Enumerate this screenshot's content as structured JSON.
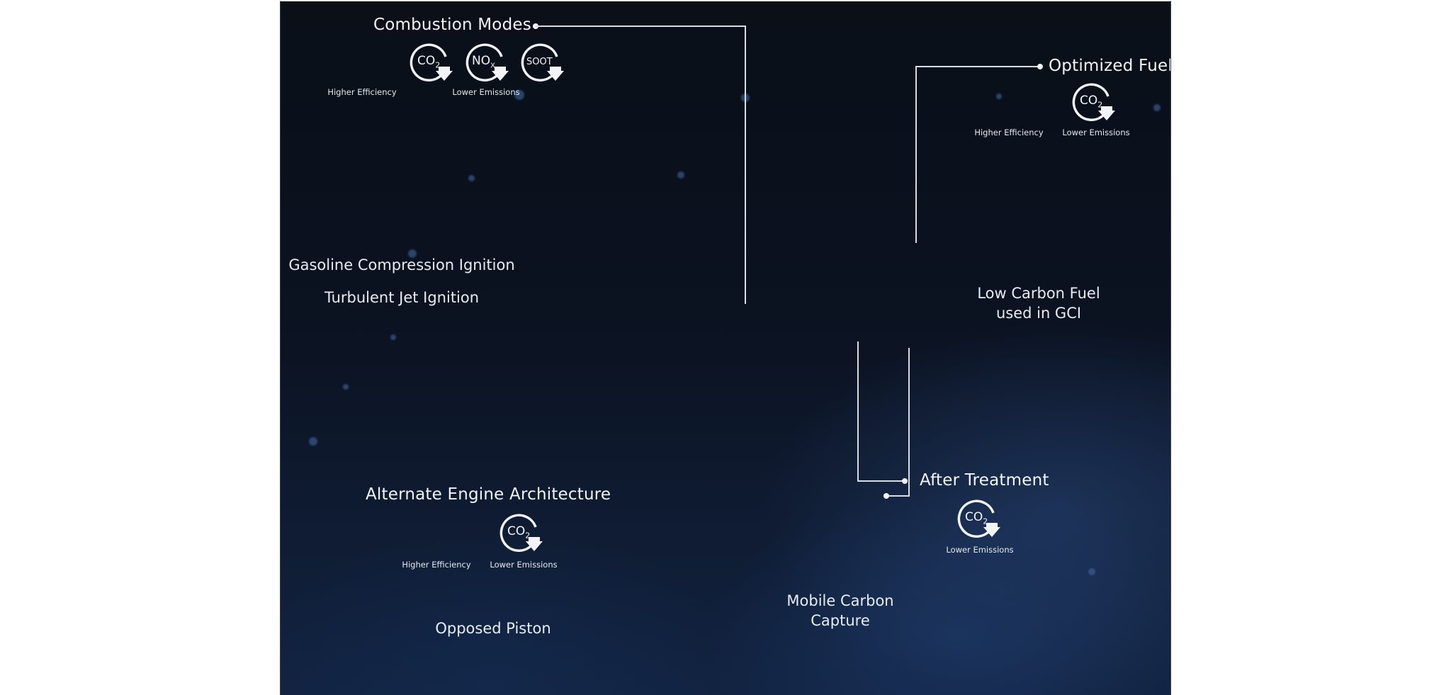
{
  "callouts": {
    "combustion_modes": {
      "title": "Combustion Modes",
      "icons": [
        {
          "icon": "efficiency-chart-icon",
          "label": "Higher Efficiency"
        },
        {
          "icon": "co2-down-icon",
          "text": "CO",
          "sub": "2"
        },
        {
          "icon": "nox-down-icon",
          "text": "NO",
          "sub": "X"
        },
        {
          "icon": "soot-down-icon",
          "text": "SOOT"
        }
      ],
      "emissions_label": "Lower Emissions",
      "captions": [
        "Gasoline Compression Ignition",
        "Turbulent Jet Ignition"
      ]
    },
    "optimized_fuel": {
      "title": "Optimized Fuel",
      "efficiency_label": "Higher Efficiency",
      "emissions_label": "Lower Emissions",
      "co2_text": "CO",
      "co2_sub": "2",
      "caption_line1": "Low Carbon Fuel",
      "caption_line2": "used in GCI"
    },
    "alternate_engine": {
      "title": "Alternate Engine Architecture",
      "efficiency_label": "Higher Efficiency",
      "emissions_label": "Lower Emissions",
      "co2_text": "CO",
      "co2_sub": "2",
      "caption": "Opposed Piston"
    },
    "after_treatment": {
      "title": "After Treatment",
      "emissions_label": "Lower Emissions",
      "co2_text": "CO",
      "co2_sub": "2",
      "caption_line1": "Mobile Carbon",
      "caption_line2": "Capture"
    }
  },
  "colors": {
    "background_top": "#0a0f18",
    "background_bottom": "#122341",
    "wireframe_blue": "#4fc3ff",
    "text_white": "#f2f4f7",
    "leader_line": "#d8dde3"
  }
}
